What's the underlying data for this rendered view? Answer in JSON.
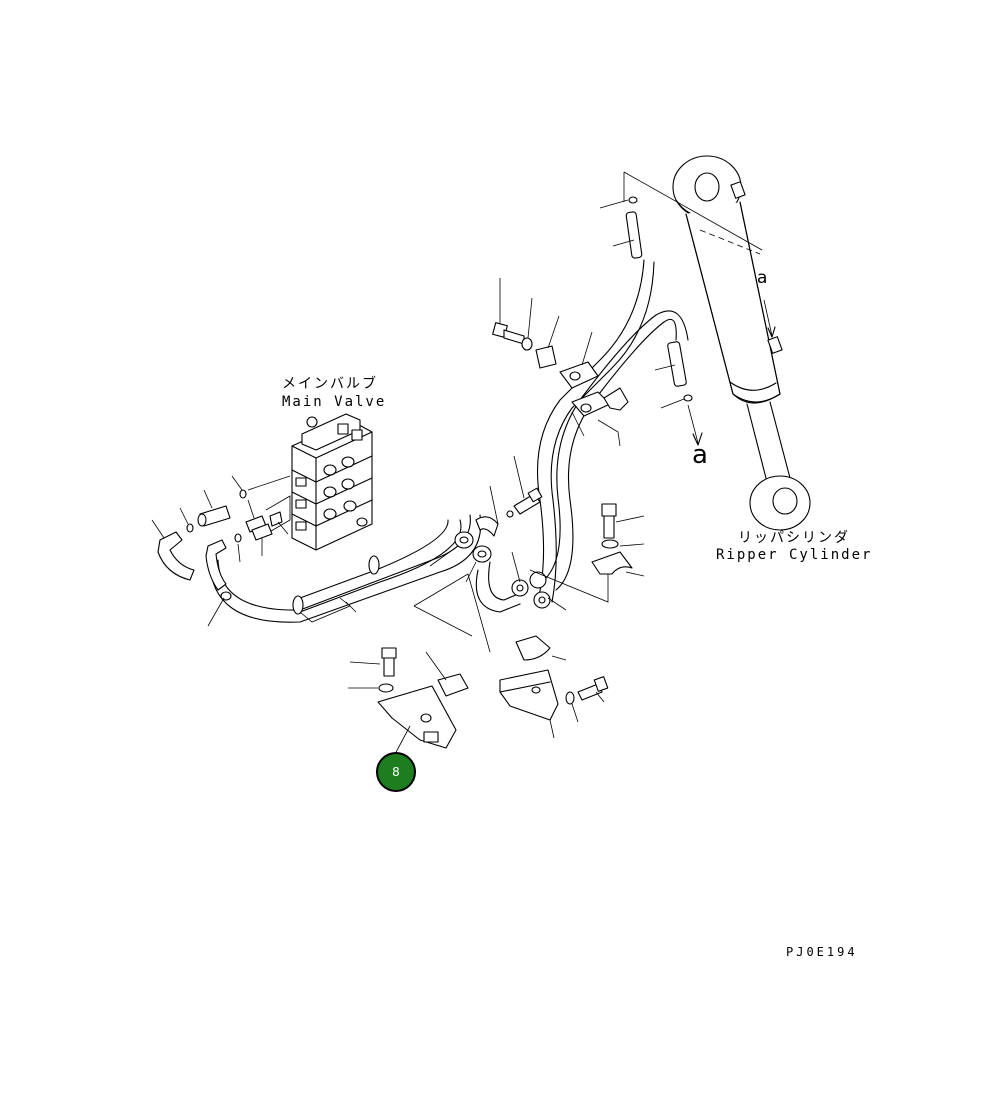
{
  "labels": {
    "main_valve_jp": "メインバルブ",
    "main_valve_en": "Main Valve",
    "ripper_cylinder_jp": "リッパシリンダ",
    "ripper_cylinder_en": "Ripper Cylinder",
    "ref_upper": "a",
    "ref_lower": "a"
  },
  "badge": {
    "number": "8",
    "color": "#1e7d1e"
  },
  "drawing_code": "PJ0E194"
}
